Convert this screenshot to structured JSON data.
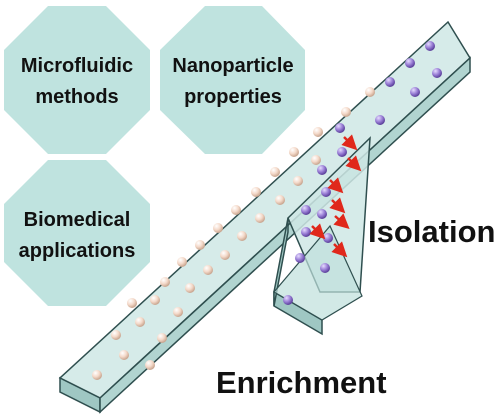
{
  "badges": {
    "top_left": [
      "Microfluidic",
      "methods"
    ],
    "top_right": [
      "Nanoparticle",
      "properties"
    ],
    "bottom_left": [
      "Biomedical",
      "applications"
    ]
  },
  "labels": {
    "isolation": "Isolation",
    "enrichment": "Enrichment"
  },
  "colors": {
    "octagon_fill": "#bfe3df",
    "channel_top": "#cfe8e5",
    "channel_side": "#9fc7c3",
    "channel_edge": "#2f4f4f",
    "particle_light": "#f4d9c9",
    "particle_purple": "#9a7fd6",
    "arrow_red": "#e0281b"
  },
  "icons": [
    "red-arrow-icon"
  ]
}
